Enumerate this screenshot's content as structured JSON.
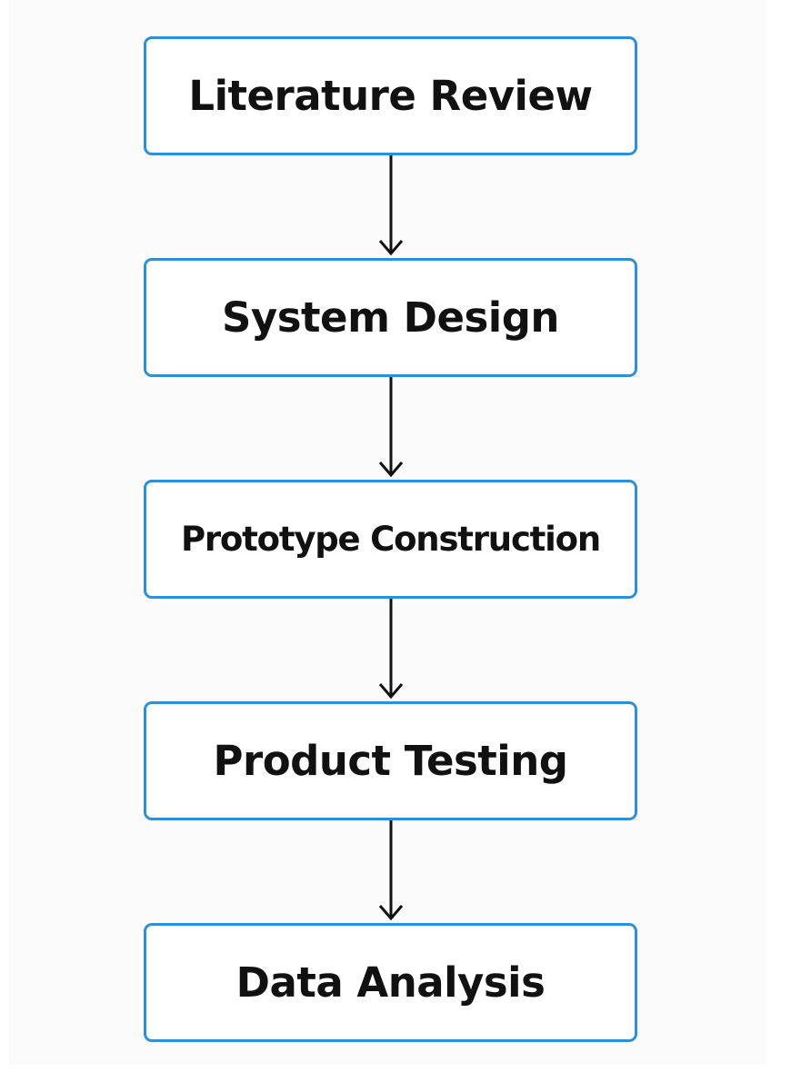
{
  "flowchart": {
    "steps": [
      {
        "label": "Literature Review"
      },
      {
        "label": "System Design"
      },
      {
        "label": "Prototype Construction"
      },
      {
        "label": "Product Testing"
      },
      {
        "label": "Data Analysis"
      }
    ],
    "colors": {
      "box_border": "#2f8fd3",
      "box_fill": "#ffffff",
      "text": "#111111",
      "arrow": "#111111"
    }
  }
}
